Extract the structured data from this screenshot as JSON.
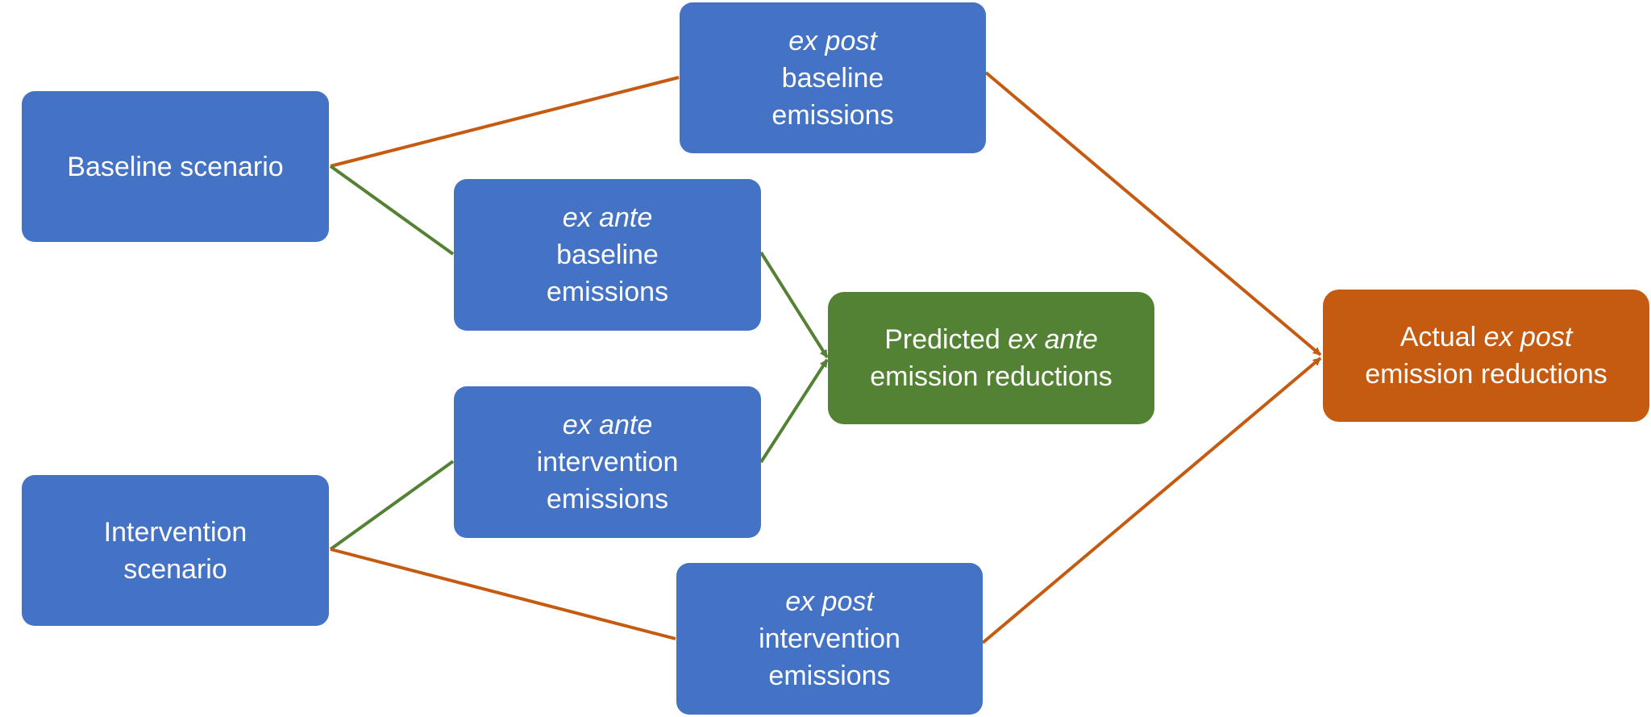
{
  "colors": {
    "box_blue": "#4472c4",
    "box_green": "#548235",
    "box_orange": "#c55a11",
    "connector_green": "#548235",
    "connector_orange": "#c55a11"
  },
  "nodes": {
    "baseline_scenario": {
      "line1": "Baseline scenario"
    },
    "intervention_scenario": {
      "line1": "Intervention",
      "line2": "scenario"
    },
    "ex_post_baseline": {
      "line1": "ex post",
      "line2": "baseline",
      "line3": "emissions"
    },
    "ex_ante_baseline": {
      "line1": "ex ante",
      "line2": "baseline",
      "line3": "emissions"
    },
    "ex_ante_intervention": {
      "line1": "ex ante",
      "line2": "intervention",
      "line3": "emissions"
    },
    "ex_post_intervention": {
      "line1": "ex post",
      "line2": "intervention",
      "line3": "emissions"
    },
    "predicted_reductions": {
      "line1_a": "Predicted ",
      "line1_b": "ex ante",
      "line2": "emission reductions"
    },
    "actual_reductions": {
      "line1_a": "Actual ",
      "line1_b": "ex post",
      "line2": "emission reductions"
    }
  },
  "edges": [
    {
      "from": "baseline_scenario",
      "to": "ex_post_baseline",
      "color": "orange",
      "arrow": false
    },
    {
      "from": "baseline_scenario",
      "to": "ex_ante_baseline",
      "color": "green",
      "arrow": false
    },
    {
      "from": "intervention_scenario",
      "to": "ex_ante_intervention",
      "color": "green",
      "arrow": false
    },
    {
      "from": "intervention_scenario",
      "to": "ex_post_intervention",
      "color": "orange",
      "arrow": false
    },
    {
      "from": "ex_ante_baseline",
      "to": "predicted_reductions",
      "color": "green",
      "arrow": true
    },
    {
      "from": "ex_ante_intervention",
      "to": "predicted_reductions",
      "color": "green",
      "arrow": true
    },
    {
      "from": "ex_post_baseline",
      "to": "actual_reductions",
      "color": "orange",
      "arrow": true
    },
    {
      "from": "ex_post_intervention",
      "to": "actual_reductions",
      "color": "orange",
      "arrow": true
    }
  ]
}
